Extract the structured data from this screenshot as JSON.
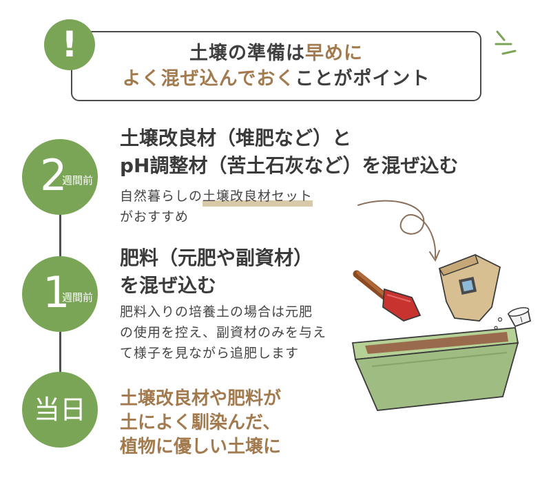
{
  "header": {
    "line1_normal": "土壌の準備は",
    "line1_accent": "早めに",
    "line2_accent": "よく混ぜ込んでおく",
    "line2_normal": "ことがポイント",
    "alert_symbol": "!",
    "alert_icon": "exclamation-icon"
  },
  "steps": [
    {
      "num": "2",
      "unit": "週間前",
      "title_lines": [
        "土壌改良材（堆肥など）と",
        "pH調整材（苦土石灰など）を混ぜ込む"
      ],
      "note_prefix": "自然暮らしの",
      "note_link": "土壌改良材セット",
      "note_suffix": "がおすすめ"
    },
    {
      "num": "1",
      "unit": "週間前",
      "title_lines": [
        "肥料（元肥や副資材）",
        "を混ぜ込む"
      ],
      "note_lines": [
        "肥料入りの培養土の場合は元肥",
        "の使用を控え、副資材のみを与え",
        "て様子を見ながら追肥します"
      ]
    },
    {
      "label": "当日",
      "lines": [
        "土壌改良材や肥料が",
        "土によく馴染んだ、",
        "植物に優しい土壌に"
      ]
    }
  ],
  "colors": {
    "green": "#7aa556",
    "brown_accent": "#a27a4e",
    "text": "#3a3a3a"
  },
  "illustration": {
    "icons": [
      "trowel-icon",
      "soil-bag-icon",
      "planter-icon",
      "pot-icon",
      "curved-arrow-icon"
    ]
  }
}
